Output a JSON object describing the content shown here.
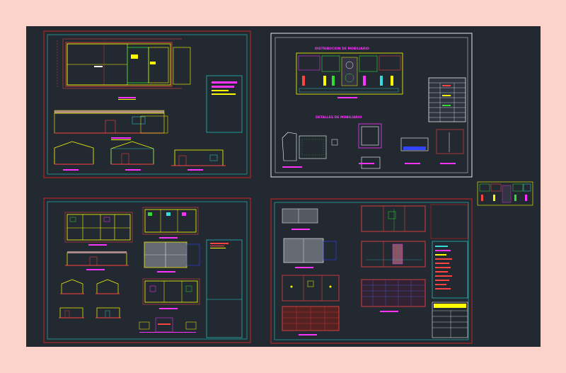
{
  "canvas": {
    "background": "#222931",
    "page_background": "#fbd3cb"
  },
  "sheets": [
    {
      "id": "sheet-top-left",
      "content": "site plan, elevations and sections"
    },
    {
      "id": "sheet-top-right",
      "content": "furniture distribution and furniture details"
    },
    {
      "id": "sheet-bottom-left",
      "content": "floor plans, elevations and details"
    },
    {
      "id": "sheet-bottom-right",
      "content": "installation plans with legend tables"
    }
  ],
  "labels": {
    "furniture_distribution": "DISTRIBUCION DE MOBILIARIO",
    "furniture_detail": "DETALLES DE MOBILIARIO"
  },
  "colors": {
    "sheet_border": "#cc2222",
    "inner_border": "#22cccc",
    "white_border": "#e8e8e8",
    "wall": "#ffff00",
    "accent": "#ff33ff",
    "dim": "#ff4444",
    "green": "#33dd33",
    "cyan": "#33dddd",
    "blue": "#3344ff"
  },
  "icons": [
    "floorplan-drawing",
    "elevation-drawing",
    "section-drawing",
    "legend-table",
    "title-block"
  ]
}
